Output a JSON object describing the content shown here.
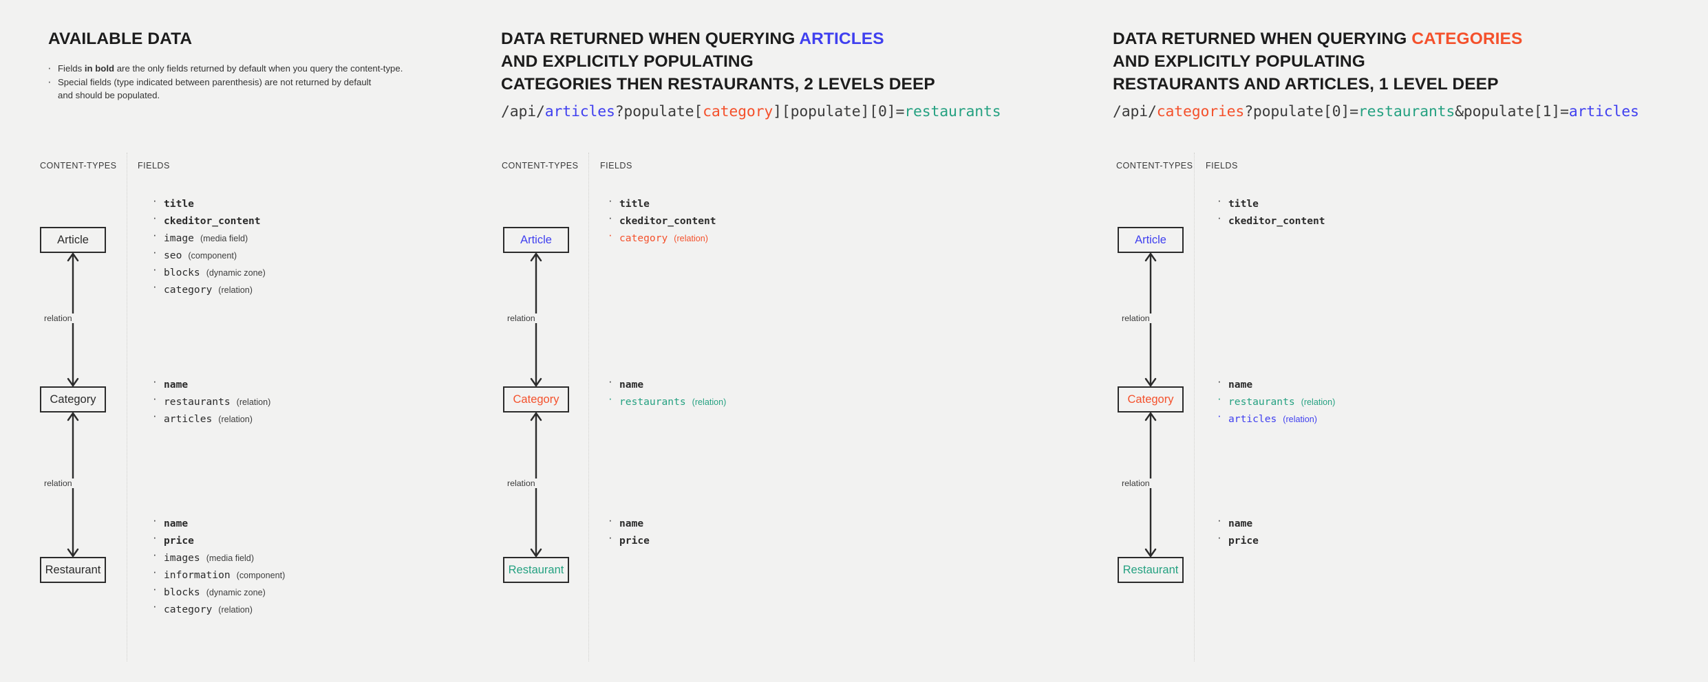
{
  "columns": [
    {
      "id": "available-data",
      "heading_lines": [
        [
          {
            "text": "AVAILABLE DATA",
            "color": "default"
          }
        ]
      ],
      "notes": [
        {
          "prefix": "Fields ",
          "bold": "in bold",
          "suffix": " are the only fields returned by default when you query the content-type."
        },
        {
          "prefix": "Special fields (type indicated between parenthesis) are not returned by default",
          "bold": "",
          "suffix": ""
        },
        {
          "prefix": "and should be populated.",
          "bold": "",
          "suffix": "",
          "continuation": true
        }
      ],
      "api": null,
      "caption_contenttypes": "CONTENT-TYPES",
      "caption_fields": "FIELDS",
      "entities": [
        {
          "name": "Article",
          "color": "default"
        },
        {
          "name": "Category",
          "color": "default"
        },
        {
          "name": "Restaurant",
          "color": "default"
        }
      ],
      "connector_labels": [
        "relation",
        "relation"
      ],
      "field_groups": [
        [
          {
            "name": "title",
            "type": "",
            "bold": true,
            "color": "default"
          },
          {
            "name": "ckeditor_content",
            "type": "",
            "bold": true,
            "color": "default"
          },
          {
            "name": "image",
            "type": "(media field)",
            "bold": false,
            "color": "default"
          },
          {
            "name": "seo",
            "type": "(component)",
            "bold": false,
            "color": "default"
          },
          {
            "name": "blocks",
            "type": "(dynamic zone)",
            "bold": false,
            "color": "default"
          },
          {
            "name": "category",
            "type": "(relation)",
            "bold": false,
            "color": "default"
          }
        ],
        [
          {
            "name": "name",
            "type": "",
            "bold": true,
            "color": "default"
          },
          {
            "name": "restaurants",
            "type": "(relation)",
            "bold": false,
            "color": "default"
          },
          {
            "name": "articles",
            "type": "(relation)",
            "bold": false,
            "color": "default"
          }
        ],
        [
          {
            "name": "name",
            "type": "",
            "bold": true,
            "color": "default"
          },
          {
            "name": "price",
            "type": "",
            "bold": true,
            "color": "default"
          },
          {
            "name": "images",
            "type": "(media field)",
            "bold": false,
            "color": "default"
          },
          {
            "name": "information",
            "type": "(component)",
            "bold": false,
            "color": "default"
          },
          {
            "name": "blocks",
            "type": "(dynamic zone)",
            "bold": false,
            "color": "default"
          },
          {
            "name": "category",
            "type": "(relation)",
            "bold": false,
            "color": "default"
          }
        ]
      ]
    },
    {
      "id": "querying-articles",
      "heading_lines": [
        [
          {
            "text": "DATA RETURNED WHEN QUERYING ",
            "color": "default"
          },
          {
            "text": "ARTICLES",
            "color": "blue"
          }
        ],
        [
          {
            "text": "AND EXPLICITLY POPULATING",
            "color": "default"
          }
        ],
        [
          {
            "text": "CATEGORIES THEN RESTAURANTS, 2 LEVELS DEEP",
            "color": "default"
          }
        ]
      ],
      "notes": [],
      "api": [
        {
          "text": "/api/",
          "color": "default"
        },
        {
          "text": "articles",
          "color": "blue"
        },
        {
          "text": "?populate[",
          "color": "default"
        },
        {
          "text": "category",
          "color": "red"
        },
        {
          "text": "][populate][0]=",
          "color": "default"
        },
        {
          "text": "restaurants",
          "color": "green"
        }
      ],
      "caption_contenttypes": "CONTENT-TYPES",
      "caption_fields": "FIELDS",
      "entities": [
        {
          "name": "Article",
          "color": "blue"
        },
        {
          "name": "Category",
          "color": "red"
        },
        {
          "name": "Restaurant",
          "color": "green"
        }
      ],
      "connector_labels": [
        "relation",
        "relation"
      ],
      "field_groups": [
        [
          {
            "name": "title",
            "type": "",
            "bold": true,
            "color": "default"
          },
          {
            "name": "ckeditor_content",
            "type": "",
            "bold": true,
            "color": "default"
          },
          {
            "name": "category",
            "type": "(relation)",
            "bold": false,
            "color": "red"
          }
        ],
        [
          {
            "name": "name",
            "type": "",
            "bold": true,
            "color": "default"
          },
          {
            "name": "restaurants",
            "type": "(relation)",
            "bold": false,
            "color": "green"
          }
        ],
        [
          {
            "name": "name",
            "type": "",
            "bold": true,
            "color": "default"
          },
          {
            "name": "price",
            "type": "",
            "bold": true,
            "color": "default"
          }
        ]
      ]
    },
    {
      "id": "querying-categories",
      "heading_lines": [
        [
          {
            "text": "DATA RETURNED WHEN QUERYING ",
            "color": "default"
          },
          {
            "text": "CATEGORIES",
            "color": "red"
          }
        ],
        [
          {
            "text": "AND EXPLICITLY POPULATING",
            "color": "default"
          }
        ],
        [
          {
            "text": "RESTAURANTS AND ARTICLES, 1 LEVEL DEEP",
            "color": "default"
          }
        ]
      ],
      "notes": [],
      "api": [
        {
          "text": "/api/",
          "color": "default"
        },
        {
          "text": "categories",
          "color": "red"
        },
        {
          "text": "?populate[0]=",
          "color": "default"
        },
        {
          "text": "restaurants",
          "color": "green"
        },
        {
          "text": "&populate[1]=",
          "color": "default"
        },
        {
          "text": "articles",
          "color": "blue"
        }
      ],
      "caption_contenttypes": "CONTENT-TYPES",
      "caption_fields": "FIELDS",
      "entities": [
        {
          "name": "Article",
          "color": "blue"
        },
        {
          "name": "Category",
          "color": "red"
        },
        {
          "name": "Restaurant",
          "color": "green"
        }
      ],
      "connector_labels": [
        "relation",
        "relation"
      ],
      "field_groups": [
        [
          {
            "name": "title",
            "type": "",
            "bold": true,
            "color": "default"
          },
          {
            "name": "ckeditor_content",
            "type": "",
            "bold": true,
            "color": "default"
          }
        ],
        [
          {
            "name": "name",
            "type": "",
            "bold": true,
            "color": "default"
          },
          {
            "name": "restaurants",
            "type": "(relation)",
            "bold": false,
            "color": "green"
          },
          {
            "name": "articles",
            "type": "(relation)",
            "bold": false,
            "color": "blue"
          }
        ],
        [
          {
            "name": "name",
            "type": "",
            "bold": true,
            "color": "default"
          },
          {
            "name": "price",
            "type": "",
            "bold": true,
            "color": "default"
          }
        ]
      ]
    }
  ],
  "palette": {
    "background": "#f2f2f1",
    "text": "#2b2b2b",
    "blue": "#4040ef",
    "red": "#f4512c",
    "green": "#25a181",
    "divider": "#cfcfcd"
  }
}
